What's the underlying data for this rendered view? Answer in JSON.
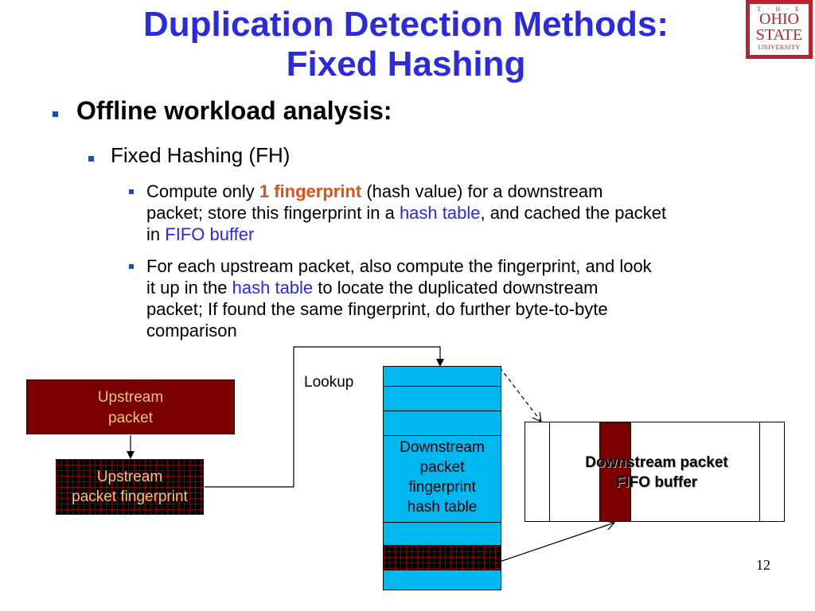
{
  "slide": {
    "title_line1": "Duplication Detection Methods:",
    "title_line2": "Fixed Hashing",
    "logo": {
      "top": "T · H · E",
      "line1": "OHIO",
      "line2": "STATE",
      "line3": "UNIVERSITY"
    },
    "bullets": {
      "level1": "Offline workload analysis:",
      "level2": "Fixed Hashing (FH)",
      "b1": {
        "p1": "Compute only ",
        "p2": "1 fingerprint",
        "p3": " (hash value)  for a downstream",
        "line2a": "packet;  store this fingerprint in a ",
        "line2b": "hash table",
        "line2c": ", and cached the packet",
        "line3a": "in ",
        "line3b": "FIFO buffer"
      },
      "b2": {
        "line1": "For each upstream packet, also compute the fingerprint, and look",
        "line2a": "it up in the ",
        "line2b": "hash table",
        "line2c": " to locate the duplicated downstream",
        "line3": "packet;  If found the same fingerprint, do further byte-to-byte",
        "line4": "comparison"
      }
    },
    "diagram": {
      "upstream_packet": [
        "Upstream",
        "packet"
      ],
      "upstream_fingerprint": [
        "Upstream",
        "packet fingerprint"
      ],
      "lookup": "Lookup",
      "hash_table": [
        "Downstream",
        "packet",
        "fingerprint",
        "hash table"
      ],
      "fifo_buffer": [
        "Downstream packet",
        "FIFO buffer"
      ]
    },
    "page_number": "12"
  },
  "colors": {
    "title": "#2a2ae0",
    "accent_red": "#e0501a",
    "dark_red": "#7a0000",
    "cyan": "#00b7f0",
    "logo_red": "#b8232f"
  }
}
